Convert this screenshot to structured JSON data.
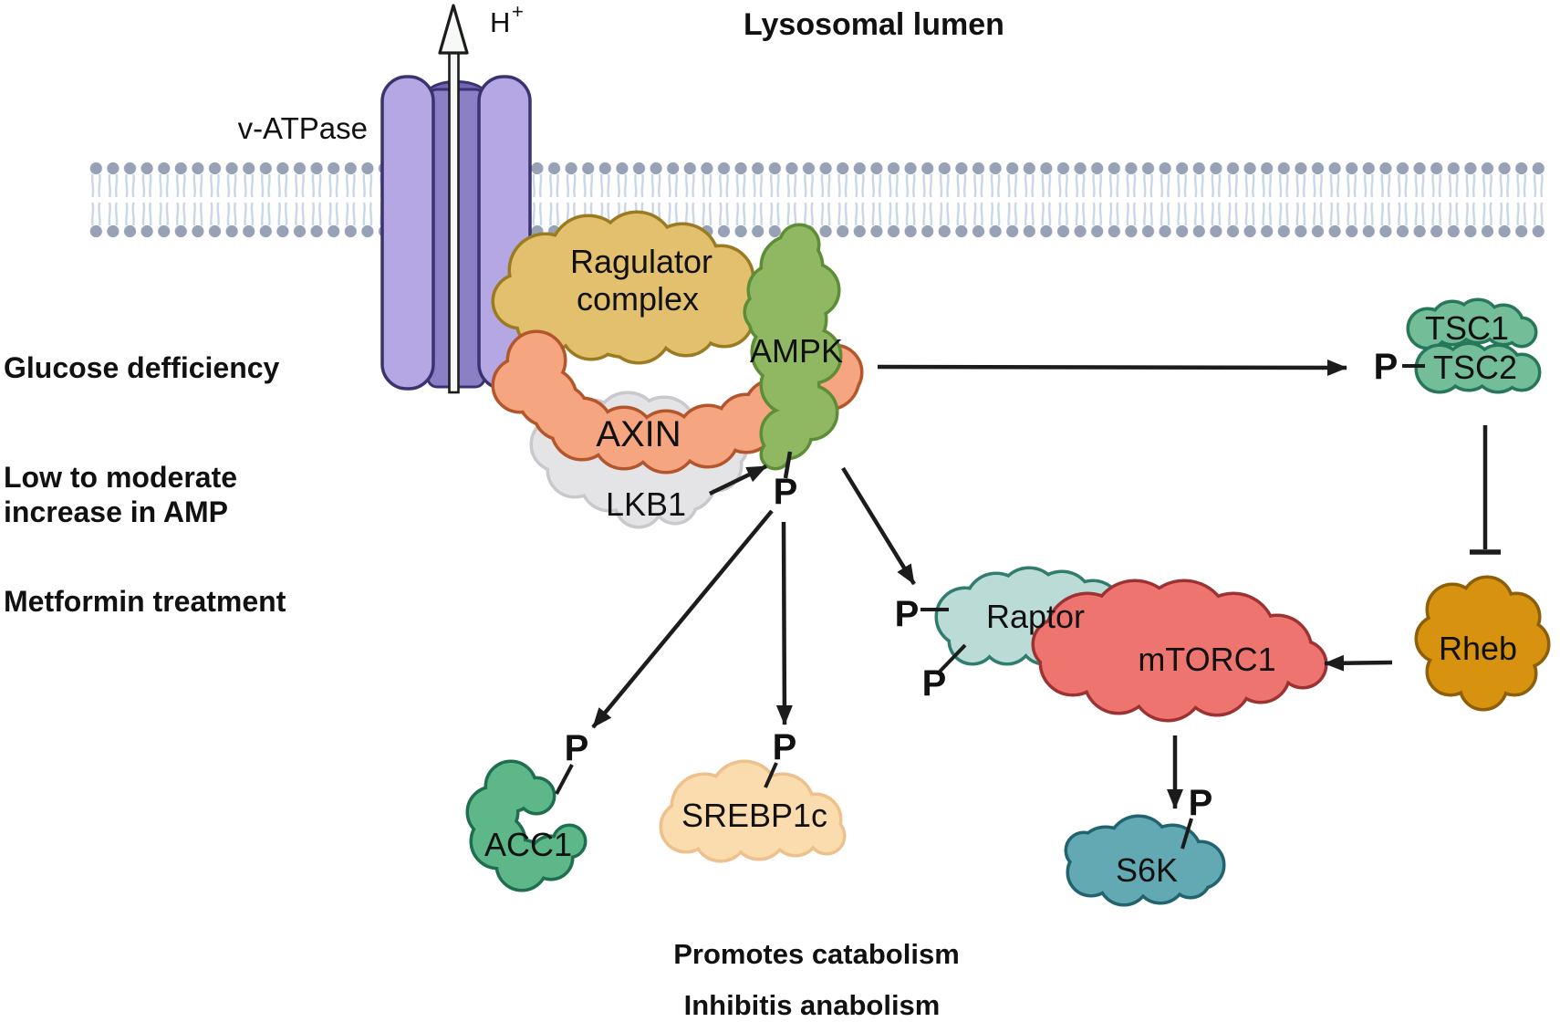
{
  "figure": {
    "lumen_label": "Lysosomal lumen",
    "h_ion": "H",
    "h_ion_charge": "+",
    "vatpase": "v-ATPase"
  },
  "conditions": {
    "glucose": "Glucose defficiency",
    "amp_line1": "Low to moderate",
    "amp_line2": "increase in AMP",
    "metformin": "Metformin treatment"
  },
  "proteins": {
    "ragulator_line1": "Ragulator",
    "ragulator_line2": "complex",
    "axin": "AXIN",
    "lkb1": "LKB1",
    "ampk": "AMPK",
    "tsc1": "TSC1",
    "tsc2": "TSC2",
    "rheb": "Rheb",
    "raptor": "Raptor",
    "mtorc1": "mTORC1",
    "s6k": "S6K",
    "acc1": "ACC1",
    "srebp1c": "SREBP1c"
  },
  "phosphate": {
    "label": "P"
  },
  "outcomes": {
    "line1": "Promotes catabolism",
    "line2": "Inhibitis anabolism"
  },
  "interactions": [
    {
      "from": "LKB1",
      "to": "AMPK",
      "type": "activation-arrow"
    },
    {
      "from": "AMPK",
      "to": "TSC2",
      "type": "phosphorylation-arrow"
    },
    {
      "from": "TSC1/TSC2",
      "to": "Rheb",
      "type": "inhibition-bar"
    },
    {
      "from": "Rheb",
      "to": "mTORC1",
      "type": "activation-arrow"
    },
    {
      "from": "AMPK",
      "to": "Raptor",
      "type": "phosphorylation-arrow"
    },
    {
      "from": "mTORC1",
      "to": "S6K",
      "type": "phosphorylation-arrow"
    },
    {
      "from": "AMPK-P",
      "to": "ACC1",
      "type": "phosphorylation-arrow"
    },
    {
      "from": "AMPK-P",
      "to": "SREBP1c",
      "type": "phosphorylation-arrow"
    },
    {
      "from": "v-ATPase",
      "to": "lysosomal lumen",
      "type": "H+ transport"
    }
  ],
  "colors": {
    "membrane_head": "#97a2b6",
    "membrane_tail": "#c9d6e8",
    "vatpase_body": "#b5a7e4",
    "vatpase_channel": "#8b80c6",
    "vatpase_collar": "#7066b4",
    "vatpase_outline": "#3b3270",
    "ragulator_fill": "#e3c06e",
    "ragulator_border": "#9a7b22",
    "axin_fill": "#f5a580",
    "axin_border": "#b4562c",
    "lkb1_fill": "#e4e4e7",
    "lkb1_border": "#c8c8cd",
    "ampk_fill": "#90b863",
    "ampk_border": "#5d8d37",
    "tsc_fill": "#74bd99",
    "tsc_border": "#27775a",
    "rheb_fill": "#d79210",
    "rheb_border": "#8d5f08",
    "raptor_fill": "#badbd6",
    "raptor_border": "#317d6d",
    "mtorc1_fill": "#ee7470",
    "mtorc1_border": "#9c3232",
    "s6k_fill": "#63a9b3",
    "s6k_border": "#226370",
    "acc1_fill": "#5eb788",
    "acc1_border": "#1e6f4f",
    "srebp1c_fill": "#fbdcae",
    "srebp1c_border": "#eec08b",
    "phosphate_teal": "#0d9fa4",
    "phosphate_red": "#9b251f",
    "arrow": "#1c1c1c",
    "arrowhead_fill": "#f6f9f6"
  }
}
